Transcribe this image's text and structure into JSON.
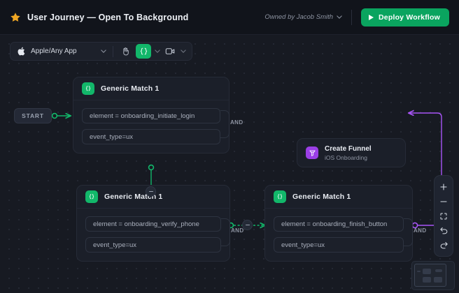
{
  "header": {
    "star_icon": "star-icon",
    "title": "User Journey — Open To Background",
    "owner_label": "Owned by Jacob Smith",
    "owner_chevron_icon": "chevron-down-icon",
    "deploy_label": "Deploy Workflow",
    "deploy_icon": "play-icon",
    "deploy_color": "#0aa45f"
  },
  "toolbar": {
    "app_icon": "apple-icon",
    "app_label": "Apple/Any App",
    "app_chevron_icon": "chevron-down-icon",
    "hand_tool_icon": "hand-icon",
    "code_tool_icon": "code-braces-icon",
    "code_tool_chevron_icon": "chevron-down-icon",
    "video_tool_icon": "video-camera-icon",
    "video_tool_chevron_icon": "chevron-down-icon",
    "active_tool": "code-braces-icon",
    "accent_color": "#12b76a"
  },
  "canvas": {
    "start_label": "START",
    "grid": "dot-grid",
    "background_color": "#171a22",
    "edge_color_green": "#12b76a",
    "edge_color_purple": "#a855f7"
  },
  "nodes": [
    {
      "id": "generic-match-1-top",
      "icon": "code-braces-icon",
      "title": "Generic Match 1",
      "conditions": [
        "element = onboarding_initiate_login",
        "event_type=ux"
      ],
      "operator": "AND",
      "accent": "#12b76a"
    },
    {
      "id": "generic-match-1-left",
      "icon": "code-braces-icon",
      "title": "Generic Match 1",
      "conditions": [
        "element = onboarding_verify_phone",
        "event_type=ux"
      ],
      "operator": "AND",
      "accent": "#12b76a"
    },
    {
      "id": "generic-match-1-right",
      "icon": "code-braces-icon",
      "title": "Generic Match 1",
      "conditions": [
        "element = onboarding_finish_button",
        "event_type=ux"
      ],
      "operator": "AND",
      "accent": "#12b76a"
    }
  ],
  "funnel_node": {
    "icon": "funnel-icon",
    "title": "Create Funnel",
    "subtitle": "iOS Onboarding",
    "accent": "#9b3fe6"
  },
  "controls": {
    "zoom_in_icon": "plus-icon",
    "zoom_out_icon": "minus-icon",
    "fit_view_icon": "fit-screen-icon",
    "undo_icon": "undo-arrow-icon",
    "redo_icon": "redo-arrow-icon"
  },
  "minimap": {
    "name": "minimap"
  }
}
